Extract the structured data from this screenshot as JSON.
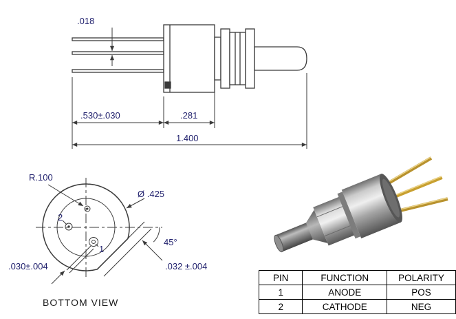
{
  "page": {
    "background": "#ffffff"
  },
  "colors": {
    "drawing_line": "#3a3a3a",
    "dimension_text": "#22226e",
    "table_border": "#000000",
    "pin_gold": "#c8a030",
    "metal_gray": "#9a9a9a"
  },
  "side_view": {
    "dim_lead_thickness": ".018",
    "dim_lead_length": ".530±.030",
    "dim_bushing": ".281",
    "dim_overall": "1.400"
  },
  "bottom_view": {
    "dim_pin_radius": "R.100",
    "dim_diameter": "Ø .425",
    "pin_2_label": "2",
    "pin_1_label": "1",
    "dim_angle": "45°",
    "dim_left": ".030±.004",
    "dim_right": ".032 ±.004",
    "caption": "BOTTOM VIEW"
  },
  "pin_table": {
    "headers": [
      "PIN",
      "FUNCTION",
      "POLARITY"
    ],
    "rows": [
      [
        "1",
        "ANODE",
        "POS"
      ],
      [
        "2",
        "CATHODE",
        "NEG"
      ]
    ]
  }
}
